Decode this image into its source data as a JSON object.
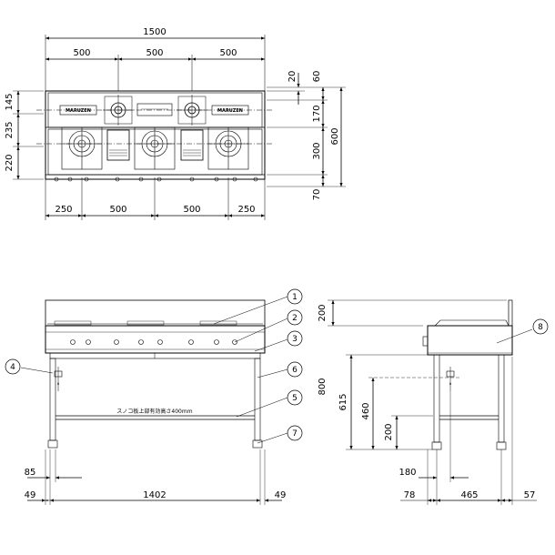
{
  "plan_view": {
    "overall_width": "1500",
    "top_segments": [
      "500",
      "500",
      "500"
    ],
    "bottom_segments": [
      "250",
      "500",
      "500",
      "250"
    ],
    "left_dims": [
      "145",
      "235",
      "220"
    ],
    "right_dims": [
      "20",
      "60",
      "170",
      "300",
      "70"
    ],
    "depth_total": "600",
    "brand_label": "MARUZEN"
  },
  "front_view": {
    "shelf_note": "スノコ板上部有効高さ400mm",
    "dims": {
      "left_side": "49",
      "inner_width": "1402",
      "right_side": "49",
      "leg_offset": "85"
    },
    "callouts": [
      "1",
      "2",
      "3",
      "4",
      "5",
      "6",
      "7"
    ]
  },
  "side_view": {
    "dims": {
      "back_guard_height": "200",
      "total_height": "800",
      "gas_inlet_height": "615",
      "shelf_height_upper": "460",
      "shelf_height_lower": "200",
      "inlet_offset": "180",
      "front_overhang": "78",
      "leg_span": "465",
      "rear_overhang": "57"
    },
    "callouts": [
      "8"
    ]
  }
}
